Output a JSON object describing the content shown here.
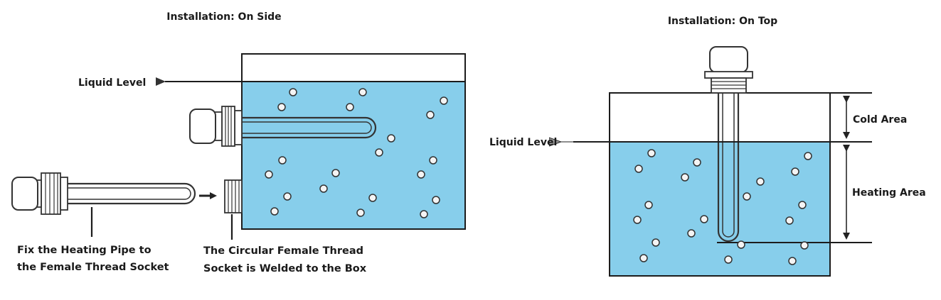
{
  "left_panel": {
    "title": "Installation: On Side",
    "liquid_level_label": "Liquid Level",
    "pipe_caption_line1": "Fix the Heating Pipe to",
    "pipe_caption_line2": "the Female Thread Socket",
    "socket_caption_line1": "The Circular Female Thread",
    "socket_caption_line2": "Socket is Welded to the Box"
  },
  "right_panel": {
    "title": "Installation: On Top",
    "liquid_level_label": "Liquid Level",
    "cold_area_label": "Cold Area",
    "heating_area_label": "Heating Area"
  },
  "colors": {
    "water": "#87ceeb",
    "outline": "#1c1c1c",
    "bubble": "#f4f4f4",
    "background": "#ffffff"
  }
}
